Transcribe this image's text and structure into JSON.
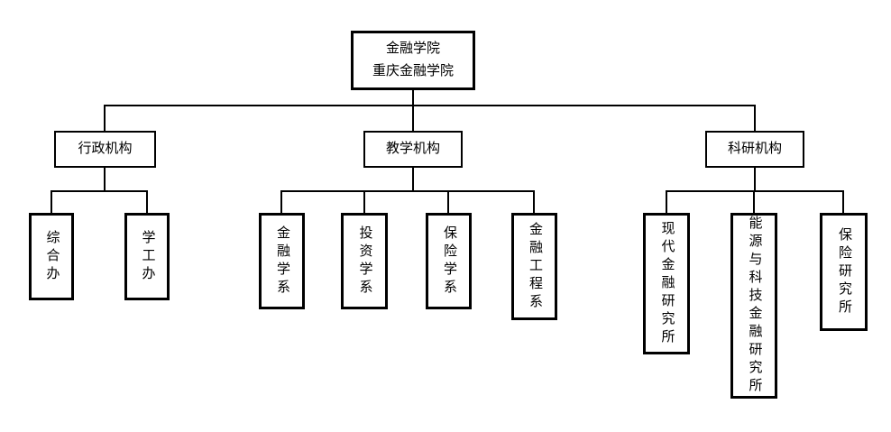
{
  "org_chart": {
    "root": {
      "title_line1": "金融学院",
      "title_line2": "重庆金融学院"
    },
    "branches": [
      {
        "label": "行政机构",
        "children": [
          {
            "label": "综合办"
          },
          {
            "label": "学工办"
          }
        ]
      },
      {
        "label": "教学机构",
        "children": [
          {
            "label": "金融学系"
          },
          {
            "label": "投资学系"
          },
          {
            "label": "保险学系"
          },
          {
            "label": "金融工程系"
          }
        ]
      },
      {
        "label": "科研机构",
        "children": [
          {
            "label": "现代金融研究所"
          },
          {
            "label": "能源与科技金融研究所"
          },
          {
            "label": "保险研究所"
          }
        ]
      }
    ],
    "colors": {
      "line": "#000000",
      "background": "#ffffff",
      "text": "#000000"
    }
  }
}
